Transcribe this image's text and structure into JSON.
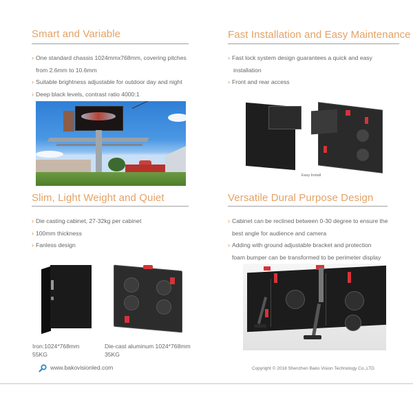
{
  "sections": {
    "smart": {
      "title": "Smart and Variable",
      "bullets": [
        {
          "line1": "One standard chassis 1024mmx768mm, covering pitches",
          "line2": "from 2.6mm to 10.6mm"
        },
        {
          "line1": "Suitable brightness adjustable for outdoor day and night"
        },
        {
          "line1": "Deep black levels, contrast ratio 4000:1"
        }
      ],
      "image_alt": "Outdoor billboard LED display"
    },
    "fast": {
      "title": "Fast Installation and Easy Maintenance",
      "bullets": [
        {
          "line1": "Fast lock system design guarantees a quick and easy",
          "line2": "installation"
        },
        {
          "line1": "Front and rear access"
        }
      ],
      "image_caption": "Easy Install"
    },
    "slim": {
      "title": "Slim, Light Weight and Quiet",
      "bullets": [
        {
          "line1": "Die casting cabinet, 27-32kg per cabinet"
        },
        {
          "line1": "100mm thickness"
        },
        {
          "line1": "Fanless design"
        }
      ],
      "products": [
        {
          "line1": "Iron:1024*768mm",
          "line2": "55KG"
        },
        {
          "line1": "Die-cast aluminum 1024*768mm",
          "line2": "35KG"
        }
      ]
    },
    "versatile": {
      "title": "Versatile Dural Purpose Design",
      "bullets": [
        {
          "line1": "Cabinet can be reclined between 0-30 degree to ensure the",
          "line2": "best angle for audience and camera"
        },
        {
          "line1": "Adding with ground adjustable bracket and protection",
          "line2": "foam bumper can be transformed to be perimeter display"
        }
      ]
    }
  },
  "footer": {
    "website": "www.bakovisionled.com",
    "website_icon": "search-icon",
    "copyright": "Copyright © 2018 Shenzhen Bako Vision Technology Co.,LTD"
  },
  "bullet_glyph": "›",
  "colors": {
    "heading": "#e3a266",
    "bullet_arrow": "#e08a3c",
    "text": "#666666",
    "rule": "#a9a9a9",
    "icon": "#2e8bc9"
  }
}
